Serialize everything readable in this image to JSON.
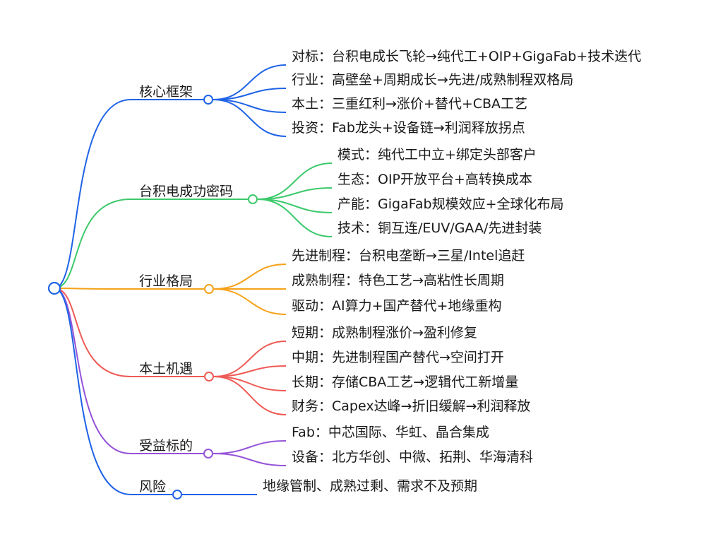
{
  "colors": {
    "blue": "#1f63e6",
    "green": "#3cc96b",
    "orange": "#f5a21a",
    "red": "#ee5a55",
    "purple": "#9553d8"
  },
  "branches": [
    {
      "label": "核心框架",
      "color": "blue",
      "children": [
        "对标：台积电成长飞轮→纯代工+OIP+GigaFab+技术迭代",
        "行业：高壁垒+周期成长→先进/成熟制程双格局",
        "本土：三重红利→涨价+替代+CBA工艺",
        "投资：Fab龙头+设备链→利润释放拐点"
      ]
    },
    {
      "label": "台积电成功密码",
      "color": "green",
      "children": [
        "模式：纯代工中立+绑定头部客户",
        "生态：OIP开放平台+高转换成本",
        "产能：GigaFab规模效应+全球化布局",
        "技术：铜互连/EUV/GAA/先进封装"
      ]
    },
    {
      "label": "行业格局",
      "color": "orange",
      "children": [
        "先进制程：台积电垄断→三星/Intel追赶",
        "成熟制程：特色工艺→高粘性长周期",
        "驱动：AI算力+国产替代+地缘重构"
      ]
    },
    {
      "label": "本土机遇",
      "color": "red",
      "children": [
        "短期：成熟制程涨价→盈利修复",
        "中期：先进制程国产替代→空间打开",
        "长期：存储CBA工艺→逻辑代工新增量",
        "财务：Capex达峰→折旧缓解→利润释放"
      ]
    },
    {
      "label": "受益标的",
      "color": "purple",
      "children": [
        "Fab：中芯国际、华虹、晶合集成",
        "设备：北方华创、中微、拓荆、华海清科"
      ]
    },
    {
      "label": "风险",
      "color": "blue",
      "children": [
        "地缘管制、成熟过剩、需求不及预期"
      ]
    }
  ]
}
